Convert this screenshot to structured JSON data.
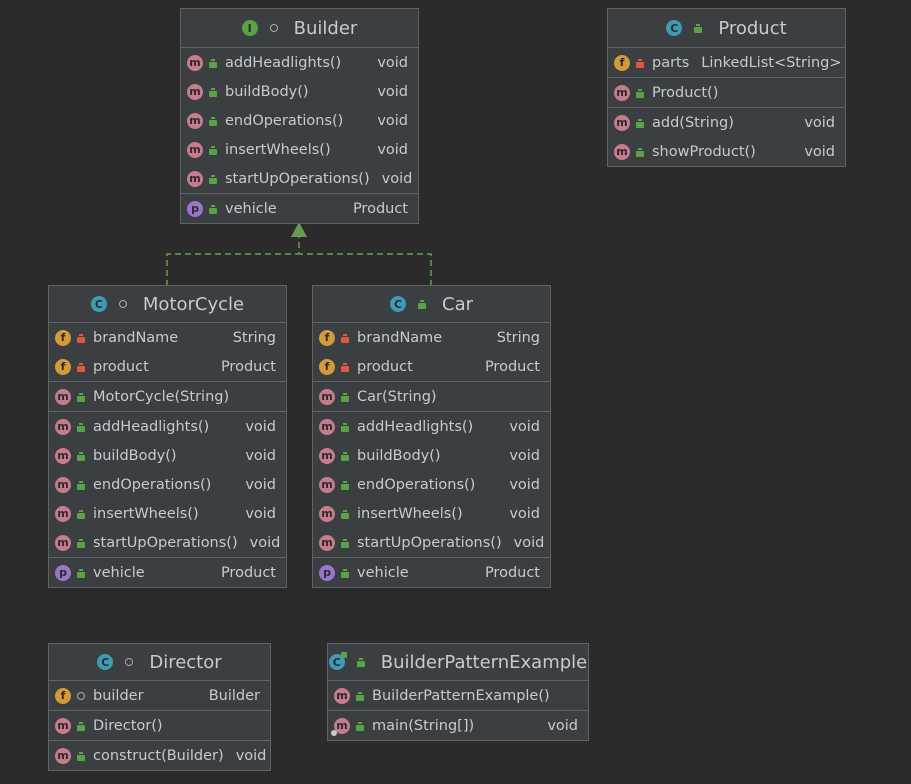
{
  "colors": {
    "background": "#2b2b2b",
    "box": "#3c3f41",
    "border": "#5f6366",
    "text": "#c8cacc",
    "method_badge": "#c77b8e",
    "field_badge": "#d49a3a",
    "property_badge": "#9876c7",
    "class_badge": "#3f9bb5",
    "interface_badge": "#5aa247",
    "arrow": "#6a9a51"
  },
  "boxes": {
    "builder": {
      "title": "Builder",
      "badge": "I",
      "methods": [
        {
          "name": "addHeadlights()",
          "type": "void"
        },
        {
          "name": "buildBody()",
          "type": "void"
        },
        {
          "name": "endOperations()",
          "type": "void"
        },
        {
          "name": "insertWheels()",
          "type": "void"
        },
        {
          "name": "startUpOperations()",
          "type": "void"
        }
      ],
      "properties": [
        {
          "name": "vehicle",
          "type": "Product"
        }
      ]
    },
    "product": {
      "title": "Product",
      "badge": "C",
      "fields": [
        {
          "name": "parts",
          "type": "LinkedList<String>"
        }
      ],
      "constructors": [
        {
          "name": "Product()"
        }
      ],
      "methods": [
        {
          "name": "add(String)",
          "type": "void"
        },
        {
          "name": "showProduct()",
          "type": "void"
        }
      ]
    },
    "motorcycle": {
      "title": "MotorCycle",
      "badge": "C",
      "fields": [
        {
          "name": "brandName",
          "type": "String"
        },
        {
          "name": "product",
          "type": "Product"
        }
      ],
      "constructors": [
        {
          "name": "MotorCycle(String)"
        }
      ],
      "methods": [
        {
          "name": "addHeadlights()",
          "type": "void"
        },
        {
          "name": "buildBody()",
          "type": "void"
        },
        {
          "name": "endOperations()",
          "type": "void"
        },
        {
          "name": "insertWheels()",
          "type": "void"
        },
        {
          "name": "startUpOperations()",
          "type": "void"
        }
      ],
      "properties": [
        {
          "name": "vehicle",
          "type": "Product"
        }
      ]
    },
    "car": {
      "title": "Car",
      "badge": "C",
      "fields": [
        {
          "name": "brandName",
          "type": "String"
        },
        {
          "name": "product",
          "type": "Product"
        }
      ],
      "constructors": [
        {
          "name": "Car(String)"
        }
      ],
      "methods": [
        {
          "name": "addHeadlights()",
          "type": "void"
        },
        {
          "name": "buildBody()",
          "type": "void"
        },
        {
          "name": "endOperations()",
          "type": "void"
        },
        {
          "name": "insertWheels()",
          "type": "void"
        },
        {
          "name": "startUpOperations()",
          "type": "void"
        }
      ],
      "properties": [
        {
          "name": "vehicle",
          "type": "Product"
        }
      ]
    },
    "director": {
      "title": "Director",
      "badge": "C",
      "fields": [
        {
          "name": "builder",
          "type": "Builder"
        }
      ],
      "constructors": [
        {
          "name": "Director()"
        }
      ],
      "methods": [
        {
          "name": "construct(Builder)",
          "type": "void"
        }
      ]
    },
    "example": {
      "title": "BuilderPatternExample",
      "badge": "C",
      "constructors": [
        {
          "name": "BuilderPatternExample()"
        }
      ],
      "methods": [
        {
          "name": "main(String[])",
          "type": "void"
        }
      ]
    }
  },
  "badge_letters": {
    "method": "m",
    "field": "f",
    "property": "p"
  }
}
